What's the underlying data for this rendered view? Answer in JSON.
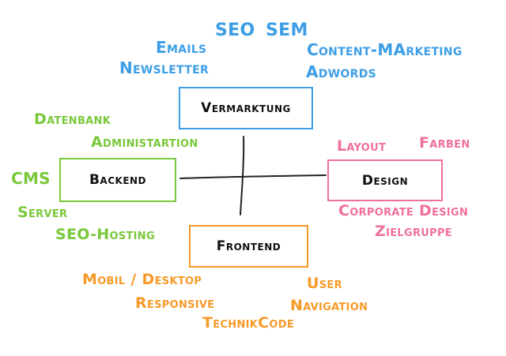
{
  "colors": {
    "vermarktung": "#3d9ee6",
    "backend": "#79c83a",
    "design": "#f0709c",
    "frontend": "#f79a29",
    "cross": "#222222"
  },
  "boxes": {
    "vermarktung": "Vermarktung",
    "backend": "Backend",
    "design": "Design",
    "frontend": "Frontend"
  },
  "vermarktung_terms": {
    "seo": "SEO",
    "sem": "SEM",
    "emails": "Emails",
    "newsletter": "Newsletter",
    "content_marketing": "Content-MArketing",
    "adwords": "Adwords"
  },
  "backend_terms": {
    "datenbank": "Datenbank",
    "administartion": "Administartion",
    "cms": "CMS",
    "server": "Server",
    "seo_hosting": "SEO-Hosting"
  },
  "design_terms": {
    "layout": "Layout",
    "farben": "Farben",
    "corporate_design": "Corporate Design",
    "zielgruppe": "Zielgruppe"
  },
  "frontend_terms": {
    "mobil_desktop": "Mobil / Desktop",
    "responsive": "Responsive",
    "technikcode": "TechnikCode",
    "user": "User",
    "navigation": "Navigation"
  }
}
